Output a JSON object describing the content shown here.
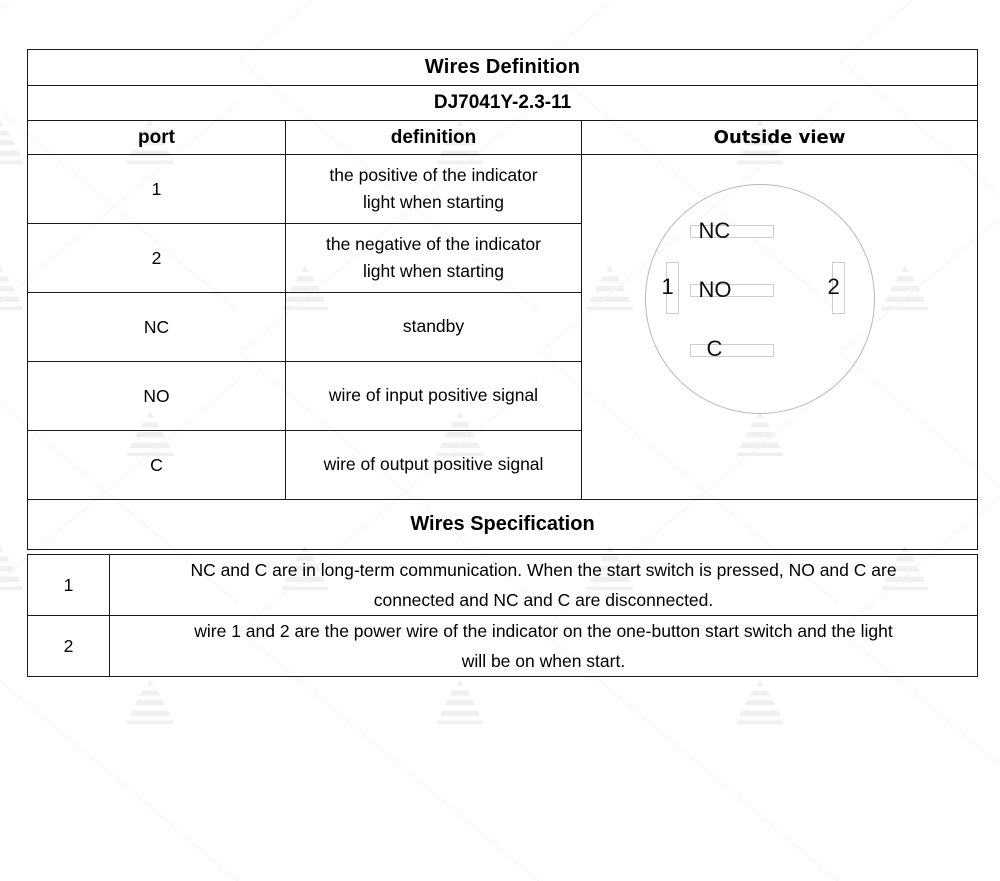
{
  "document": {
    "title": "Wires Definition",
    "model": "DJ7041Y-2.3-11"
  },
  "table": {
    "headers": {
      "port": "port",
      "definition": "definition",
      "outside_view": "Outside view"
    },
    "rows": [
      {
        "port": "1",
        "definition_line1": "the positive of the indicator",
        "definition_line2": "light when starting"
      },
      {
        "port": "2",
        "definition_line1": "the negative of the indicator",
        "definition_line2": "light when starting"
      },
      {
        "port": "NC",
        "definition_line1": "standby",
        "definition_line2": ""
      },
      {
        "port": "NO",
        "definition_line1": "wire of input positive signal",
        "definition_line2": ""
      },
      {
        "port": "C",
        "definition_line1": "wire of output positive signal",
        "definition_line2": ""
      }
    ]
  },
  "diagram": {
    "terminals": [
      {
        "label": "NC",
        "orientation": "horizontal"
      },
      {
        "label": "NO",
        "orientation": "horizontal"
      },
      {
        "label": "C",
        "orientation": "horizontal"
      },
      {
        "label": "1",
        "orientation": "vertical"
      },
      {
        "label": "2",
        "orientation": "vertical"
      }
    ],
    "outline_color": "#b9b9b9",
    "terminal_color": "#cccccc"
  },
  "specification": {
    "heading": "Wires Specification",
    "rows": [
      {
        "number": "1",
        "line1": "NC and C are in long-term communication. When the start switch is pressed, NO and C are",
        "line2": "connected and NC and C are disconnected."
      },
      {
        "number": "2",
        "line1": "wire 1 and 2 are the power wire of the indicator on the one-button start switch and the light",
        "line2": "will be on when start."
      }
    ]
  }
}
